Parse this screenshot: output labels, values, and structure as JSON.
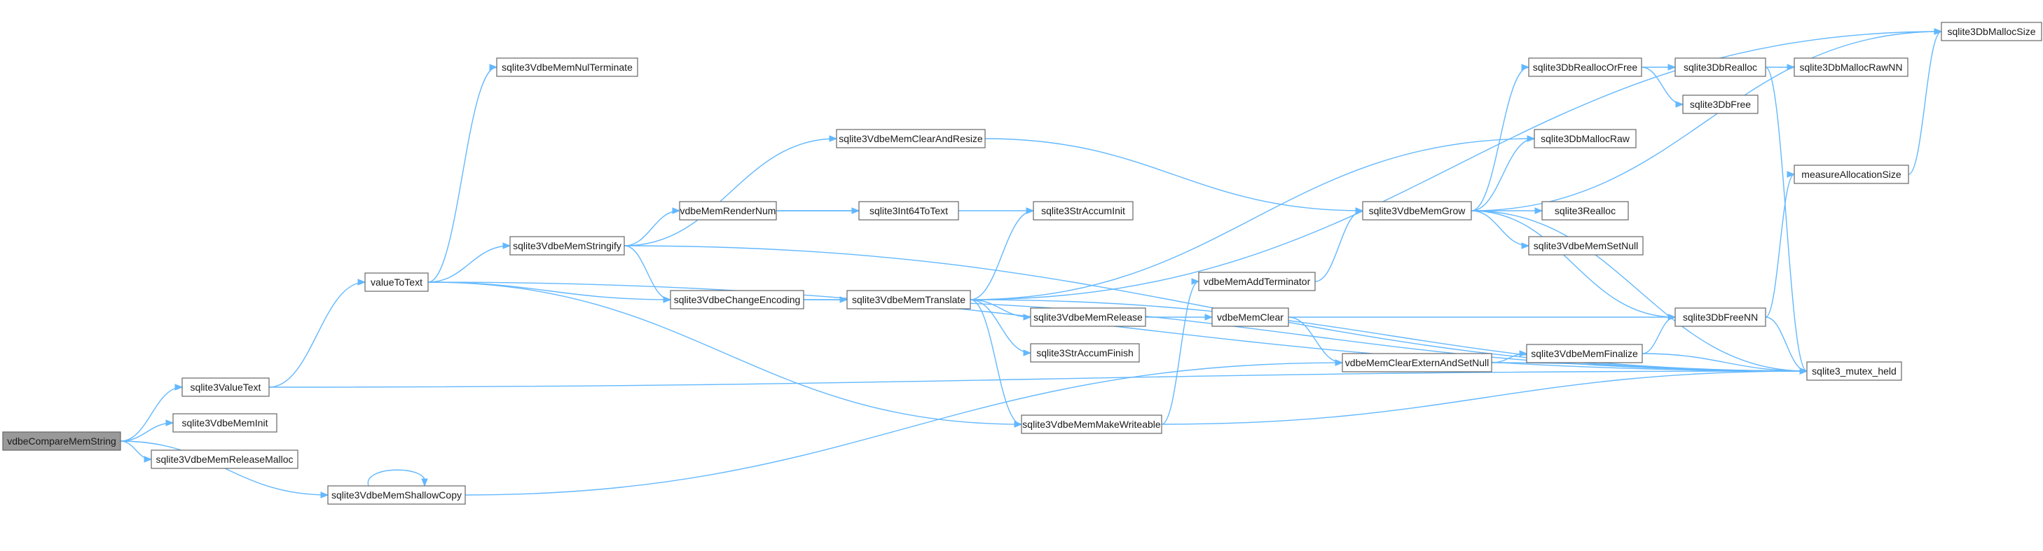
{
  "graph": {
    "root": "vdbeCompareMemString",
    "nodes": [
      {
        "id": "vdbeCompareMemString",
        "label": "vdbeCompareMemString"
      },
      {
        "id": "sqlite3ValueText",
        "label": "sqlite3ValueText"
      },
      {
        "id": "sqlite3VdbeMemInit",
        "label": "sqlite3VdbeMemInit"
      },
      {
        "id": "sqlite3VdbeMemReleaseMalloc",
        "label": "sqlite3VdbeMemReleaseMalloc"
      },
      {
        "id": "sqlite3VdbeMemShallowCopy",
        "label": "sqlite3VdbeMemShallowCopy"
      },
      {
        "id": "valueToText",
        "label": "valueToText"
      },
      {
        "id": "sqlite3VdbeMemNulTerminate",
        "label": "sqlite3VdbeMemNulTerminate"
      },
      {
        "id": "sqlite3VdbeMemStringify",
        "label": "sqlite3VdbeMemStringify"
      },
      {
        "id": "sqlite3VdbeChangeEncoding",
        "label": "sqlite3VdbeChangeEncoding"
      },
      {
        "id": "sqlite3VdbeMemClearAndResize",
        "label": "sqlite3VdbeMemClearAndResize"
      },
      {
        "id": "vdbeMemRenderNum",
        "label": "vdbeMemRenderNum"
      },
      {
        "id": "sqlite3Int64ToText",
        "label": "sqlite3Int64ToText"
      },
      {
        "id": "sqlite3StrAccumInit",
        "label": "sqlite3StrAccumInit"
      },
      {
        "id": "sqlite3VdbeMemTranslate",
        "label": "sqlite3VdbeMemTranslate"
      },
      {
        "id": "sqlite3VdbeMemRelease",
        "label": "sqlite3VdbeMemRelease"
      },
      {
        "id": "sqlite3StrAccumFinish",
        "label": "sqlite3StrAccumFinish"
      },
      {
        "id": "sqlite3VdbeMemMakeWriteable",
        "label": "sqlite3VdbeMemMakeWriteable"
      },
      {
        "id": "vdbeMemAddTerminator",
        "label": "vdbeMemAddTerminator"
      },
      {
        "id": "vdbeMemClear",
        "label": "vdbeMemClear"
      },
      {
        "id": "vdbeMemClearExternAndSetNull",
        "label": "vdbeMemClearExternAndSetNull"
      },
      {
        "id": "sqlite3VdbeMemGrow",
        "label": "sqlite3VdbeMemGrow"
      },
      {
        "id": "sqlite3DbReallocOrFree",
        "label": "sqlite3DbReallocOrFree"
      },
      {
        "id": "sqlite3DbMallocRaw",
        "label": "sqlite3DbMallocRaw"
      },
      {
        "id": "sqlite3Realloc",
        "label": "sqlite3Realloc"
      },
      {
        "id": "sqlite3VdbeMemSetNull",
        "label": "sqlite3VdbeMemSetNull"
      },
      {
        "id": "sqlite3DbFreeNN",
        "label": "sqlite3DbFreeNN"
      },
      {
        "id": "sqlite3VdbeMemFinalize",
        "label": "sqlite3VdbeMemFinalize"
      },
      {
        "id": "sqlite3DbRealloc",
        "label": "sqlite3DbRealloc"
      },
      {
        "id": "sqlite3DbFree",
        "label": "sqlite3DbFree"
      },
      {
        "id": "sqlite3DbMallocRawNN",
        "label": "sqlite3DbMallocRawNN"
      },
      {
        "id": "sqlite3DbMallocSize",
        "label": "sqlite3DbMallocSize"
      },
      {
        "id": "measureAllocationSize",
        "label": "measureAllocationSize"
      },
      {
        "id": "sqlite3_mutex_held",
        "label": "sqlite3_mutex_held"
      }
    ],
    "edges": [
      [
        "vdbeCompareMemString",
        "sqlite3ValueText"
      ],
      [
        "vdbeCompareMemString",
        "sqlite3VdbeMemInit"
      ],
      [
        "vdbeCompareMemString",
        "sqlite3VdbeMemReleaseMalloc"
      ],
      [
        "vdbeCompareMemString",
        "sqlite3VdbeMemShallowCopy"
      ],
      [
        "sqlite3ValueText",
        "valueToText"
      ],
      [
        "sqlite3ValueText",
        "sqlite3_mutex_held"
      ],
      [
        "sqlite3VdbeMemShallowCopy",
        "sqlite3VdbeMemShallowCopy"
      ],
      [
        "sqlite3VdbeMemShallowCopy",
        "vdbeMemClearExternAndSetNull"
      ],
      [
        "valueToText",
        "sqlite3VdbeMemNulTerminate"
      ],
      [
        "valueToText",
        "sqlite3VdbeMemStringify"
      ],
      [
        "valueToText",
        "sqlite3VdbeChangeEncoding"
      ],
      [
        "valueToText",
        "sqlite3VdbeMemMakeWriteable"
      ],
      [
        "valueToText",
        "sqlite3_mutex_held"
      ],
      [
        "sqlite3VdbeMemStringify",
        "sqlite3VdbeMemClearAndResize"
      ],
      [
        "sqlite3VdbeMemStringify",
        "vdbeMemRenderNum"
      ],
      [
        "sqlite3VdbeMemStringify",
        "sqlite3VdbeChangeEncoding"
      ],
      [
        "sqlite3VdbeMemStringify",
        "sqlite3_mutex_held"
      ],
      [
        "vdbeMemRenderNum",
        "sqlite3Int64ToText"
      ],
      [
        "vdbeMemRenderNum",
        "sqlite3StrAccumInit"
      ],
      [
        "sqlite3VdbeMemClearAndResize",
        "sqlite3VdbeMemGrow"
      ],
      [
        "sqlite3VdbeChangeEncoding",
        "sqlite3VdbeMemTranslate"
      ],
      [
        "sqlite3VdbeChangeEncoding",
        "sqlite3_mutex_held"
      ],
      [
        "sqlite3VdbeMemTranslate",
        "sqlite3StrAccumInit"
      ],
      [
        "sqlite3VdbeMemTranslate",
        "sqlite3VdbeMemRelease"
      ],
      [
        "sqlite3VdbeMemTranslate",
        "sqlite3StrAccumFinish"
      ],
      [
        "sqlite3VdbeMemTranslate",
        "sqlite3VdbeMemMakeWriteable"
      ],
      [
        "sqlite3VdbeMemTranslate",
        "sqlite3DbMallocRaw"
      ],
      [
        "sqlite3VdbeMemTranslate",
        "sqlite3DbMallocSize"
      ],
      [
        "sqlite3VdbeMemTranslate",
        "sqlite3_mutex_held"
      ],
      [
        "sqlite3VdbeMemRelease",
        "vdbeMemClear"
      ],
      [
        "sqlite3VdbeMemMakeWriteable",
        "vdbeMemAddTerminator"
      ],
      [
        "sqlite3VdbeMemMakeWriteable",
        "sqlite3_mutex_held"
      ],
      [
        "vdbeMemAddTerminator",
        "sqlite3VdbeMemGrow"
      ],
      [
        "vdbeMemClear",
        "vdbeMemClearExternAndSetNull"
      ],
      [
        "vdbeMemClear",
        "sqlite3DbFreeNN"
      ],
      [
        "vdbeMemClearExternAndSetNull",
        "sqlite3VdbeMemFinalize"
      ],
      [
        "vdbeMemClearExternAndSetNull",
        "sqlite3_mutex_held"
      ],
      [
        "sqlite3VdbeMemFinalize",
        "sqlite3DbFreeNN"
      ],
      [
        "sqlite3VdbeMemFinalize",
        "sqlite3_mutex_held"
      ],
      [
        "sqlite3VdbeMemGrow",
        "sqlite3DbReallocOrFree"
      ],
      [
        "sqlite3VdbeMemGrow",
        "sqlite3DbMallocRaw"
      ],
      [
        "sqlite3VdbeMemGrow",
        "sqlite3Realloc"
      ],
      [
        "sqlite3VdbeMemGrow",
        "sqlite3VdbeMemSetNull"
      ],
      [
        "sqlite3VdbeMemGrow",
        "sqlite3DbFreeNN"
      ],
      [
        "sqlite3VdbeMemGrow",
        "sqlite3DbMallocSize"
      ],
      [
        "sqlite3VdbeMemGrow",
        "sqlite3_mutex_held"
      ],
      [
        "sqlite3DbReallocOrFree",
        "sqlite3DbRealloc"
      ],
      [
        "sqlite3DbReallocOrFree",
        "sqlite3DbFree"
      ],
      [
        "sqlite3DbRealloc",
        "sqlite3DbMallocRawNN"
      ],
      [
        "sqlite3DbRealloc",
        "sqlite3_mutex_held"
      ],
      [
        "sqlite3DbFreeNN",
        "measureAllocationSize"
      ],
      [
        "sqlite3DbFreeNN",
        "sqlite3_mutex_held"
      ],
      [
        "measureAllocationSize",
        "sqlite3DbMallocSize"
      ]
    ]
  },
  "colors": {
    "edge": "#63b8ff",
    "node_border": "#666666",
    "root_fill": "#999999",
    "node_fill": "#ffffff"
  }
}
